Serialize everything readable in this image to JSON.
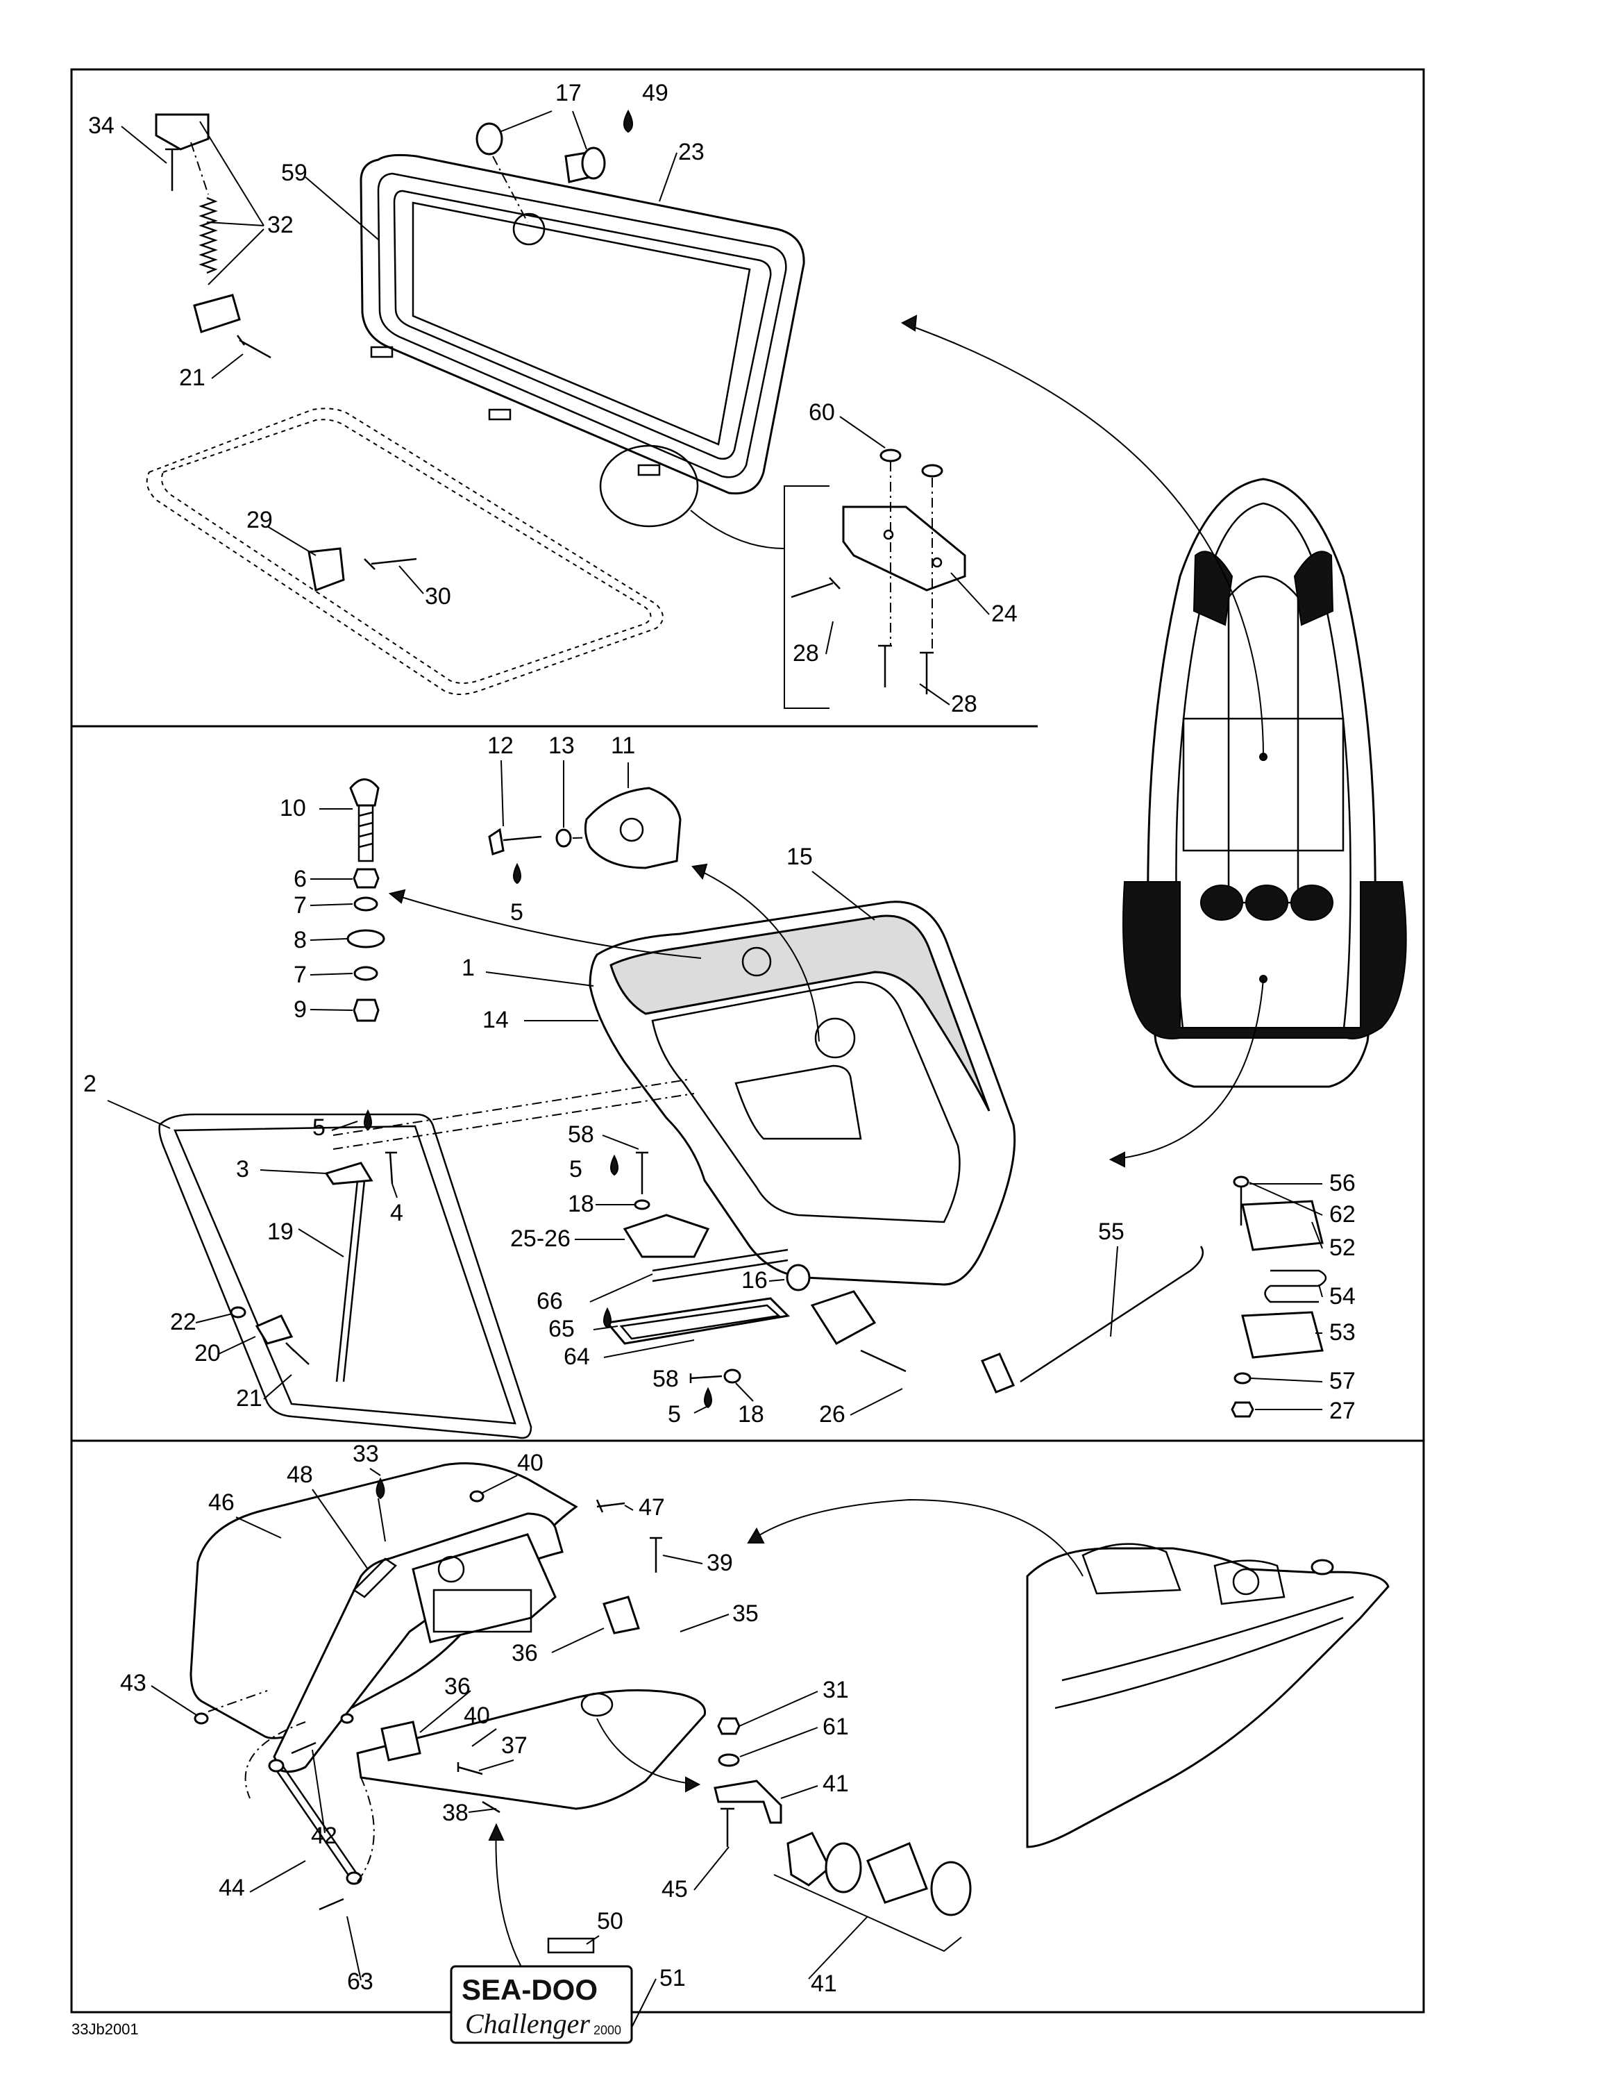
{
  "drawing_code": "33Jb2001",
  "callouts": {
    "c17": "17",
    "c49": "49",
    "c34": "34",
    "c23": "23",
    "c59": "59",
    "c32": "32",
    "c21a": "21",
    "c60": "60",
    "c29": "29",
    "c30": "30",
    "c24": "24",
    "c28a": "28",
    "c28b": "28",
    "c12": "12",
    "c13": "13",
    "c11": "11",
    "c10": "10",
    "c6": "6",
    "c7a": "7",
    "c8": "8",
    "c7b": "7",
    "c9": "9",
    "c5a": "5",
    "c15": "15",
    "c1": "1",
    "c14": "14",
    "c2": "2",
    "c5b": "5",
    "c3": "3",
    "c4": "4",
    "c58a": "58",
    "c5c": "5",
    "c18a": "18",
    "c56": "56",
    "c62": "62",
    "c52": "52",
    "c19": "19",
    "c25_26": "25-26",
    "c55": "55",
    "c54": "54",
    "c16": "16",
    "c66": "66",
    "c65": "65",
    "c53": "53",
    "c22": "22",
    "c20": "20",
    "c64": "64",
    "c21b": "21",
    "c58b": "58",
    "c5d": "5",
    "c18b": "18",
    "c26": "26",
    "c57": "57",
    "c27": "27",
    "c33": "33",
    "c48": "48",
    "c40a": "40",
    "c46": "46",
    "c47": "47",
    "c39": "39",
    "c35": "35",
    "c36a": "36",
    "c43": "43",
    "c36b": "36",
    "c40b": "40",
    "c31": "31",
    "c61": "61",
    "c37": "37",
    "c41a": "41",
    "c38": "38",
    "c42": "42",
    "c50": "50",
    "c44": "44",
    "c45": "45",
    "c41b": "41",
    "c63": "63",
    "c51": "51"
  },
  "logo_text": {
    "brand": "SEA-DOO",
    "model": "Challenger",
    "suffix": "2000"
  }
}
